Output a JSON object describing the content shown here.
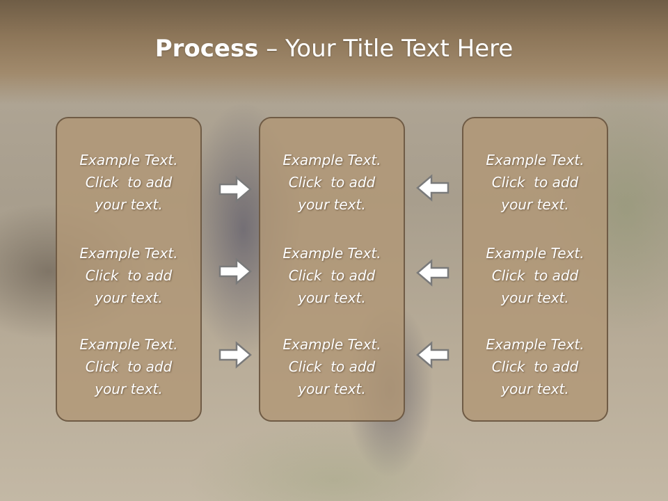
{
  "slide": {
    "title_bold": "Process",
    "title_rest": " – Your Title Text Here"
  },
  "columns": [
    {
      "items": [
        {
          "line1": "Example Text.",
          "line2": "Click  to add",
          "line3": "your text."
        },
        {
          "line1": "Example Text.",
          "line2": "Click  to add",
          "line3": "your text."
        },
        {
          "line1": "Example Text.",
          "line2": "Click  to add",
          "line3": "your text."
        }
      ]
    },
    {
      "items": [
        {
          "line1": "Example Text.",
          "line2": "Click  to add",
          "line3": "your text."
        },
        {
          "line1": "Example Text.",
          "line2": "Click  to add",
          "line3": "your text."
        },
        {
          "line1": "Example Text.",
          "line2": "Click  to add",
          "line3": "your text."
        }
      ]
    },
    {
      "items": [
        {
          "line1": "Example Text.",
          "line2": "Click  to add",
          "line3": "your text."
        },
        {
          "line1": "Example Text.",
          "line2": "Click  to add",
          "line3": "your text."
        },
        {
          "line1": "Example Text.",
          "line2": "Click  to add",
          "line3": "your text."
        }
      ]
    }
  ],
  "arrows": {
    "left": "arrow-right-icon",
    "right": "arrow-left-icon",
    "fill": "#ffffff",
    "stroke": "#7a7a7a"
  },
  "colors": {
    "box_fill": "#b19776",
    "box_border": "#6f5b45",
    "title_band": "#8d7659"
  }
}
